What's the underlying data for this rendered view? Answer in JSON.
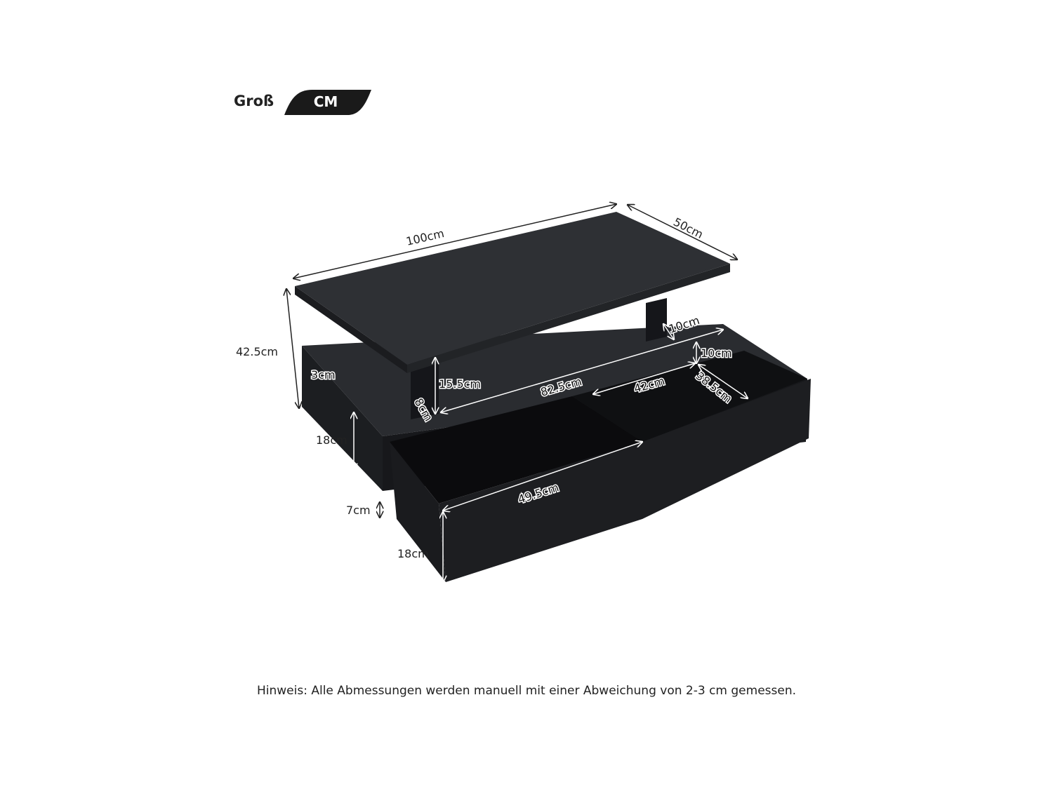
{
  "header": {
    "title": "Groß",
    "unit_badge": "CM",
    "badge_color": "#1a1a1a"
  },
  "product": {
    "color": "#1f2124"
  },
  "dimensions": {
    "length": "100cm",
    "depth": "50cm",
    "height": "42.5cm",
    "top_thickness": "3cm",
    "riser_height": "15.5cm",
    "riser_depth": "8cm",
    "inner_width": "82.5cm",
    "shelf_depth": "10cm",
    "drawer_gap": "10cm",
    "drawer_inner_width": "42cm",
    "drawer_inner_depth": "38.5cm",
    "side_height": "18cm",
    "drawer_length": "49.5cm",
    "foot_gap": "7cm",
    "drawer_front_height": "18cm"
  },
  "footer": {
    "note": "Hinweis: Alle Abmessungen werden manuell mit einer Abweichung von 2-3 cm gemessen."
  }
}
